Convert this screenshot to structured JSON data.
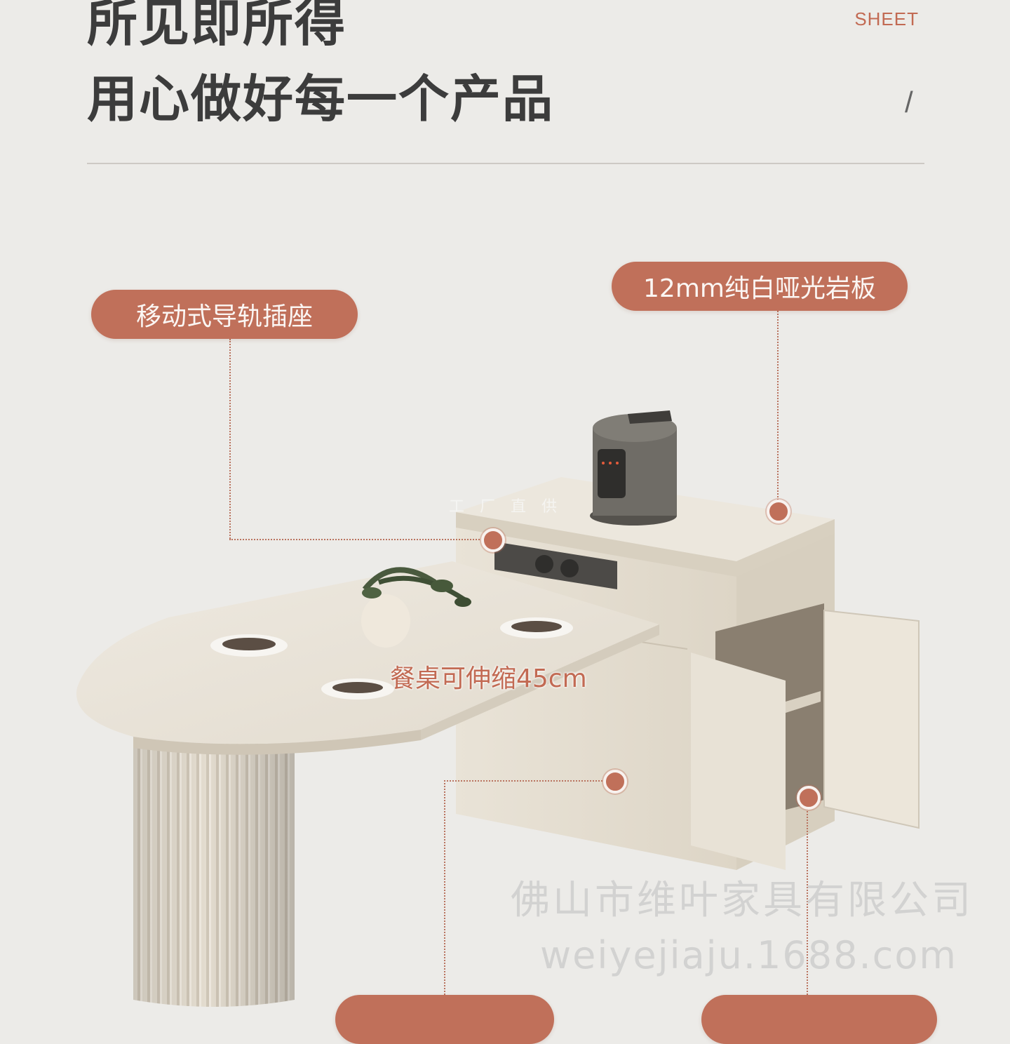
{
  "header": {
    "title_line_1": "所见即所得",
    "title_line_2": "用心做好每一个产品",
    "sheet_label": "SHEET",
    "slash": "/"
  },
  "callouts": {
    "rail_socket": "移动式导轨插座",
    "rock_slab": "12mm纯白哑光岩板",
    "bottom_left": "",
    "bottom_right": ""
  },
  "product": {
    "extend_note": "餐桌可伸缩45cm",
    "factory_note": "工厂直供"
  },
  "watermark": {
    "company": "佛山市维叶家具有限公司",
    "site": "weiyejiaju.1688.com"
  },
  "colors": {
    "background": "#ecebe8",
    "accent": "#c0705a",
    "cabinet": "#e6e0d4",
    "cooker": "#6f6c66"
  }
}
